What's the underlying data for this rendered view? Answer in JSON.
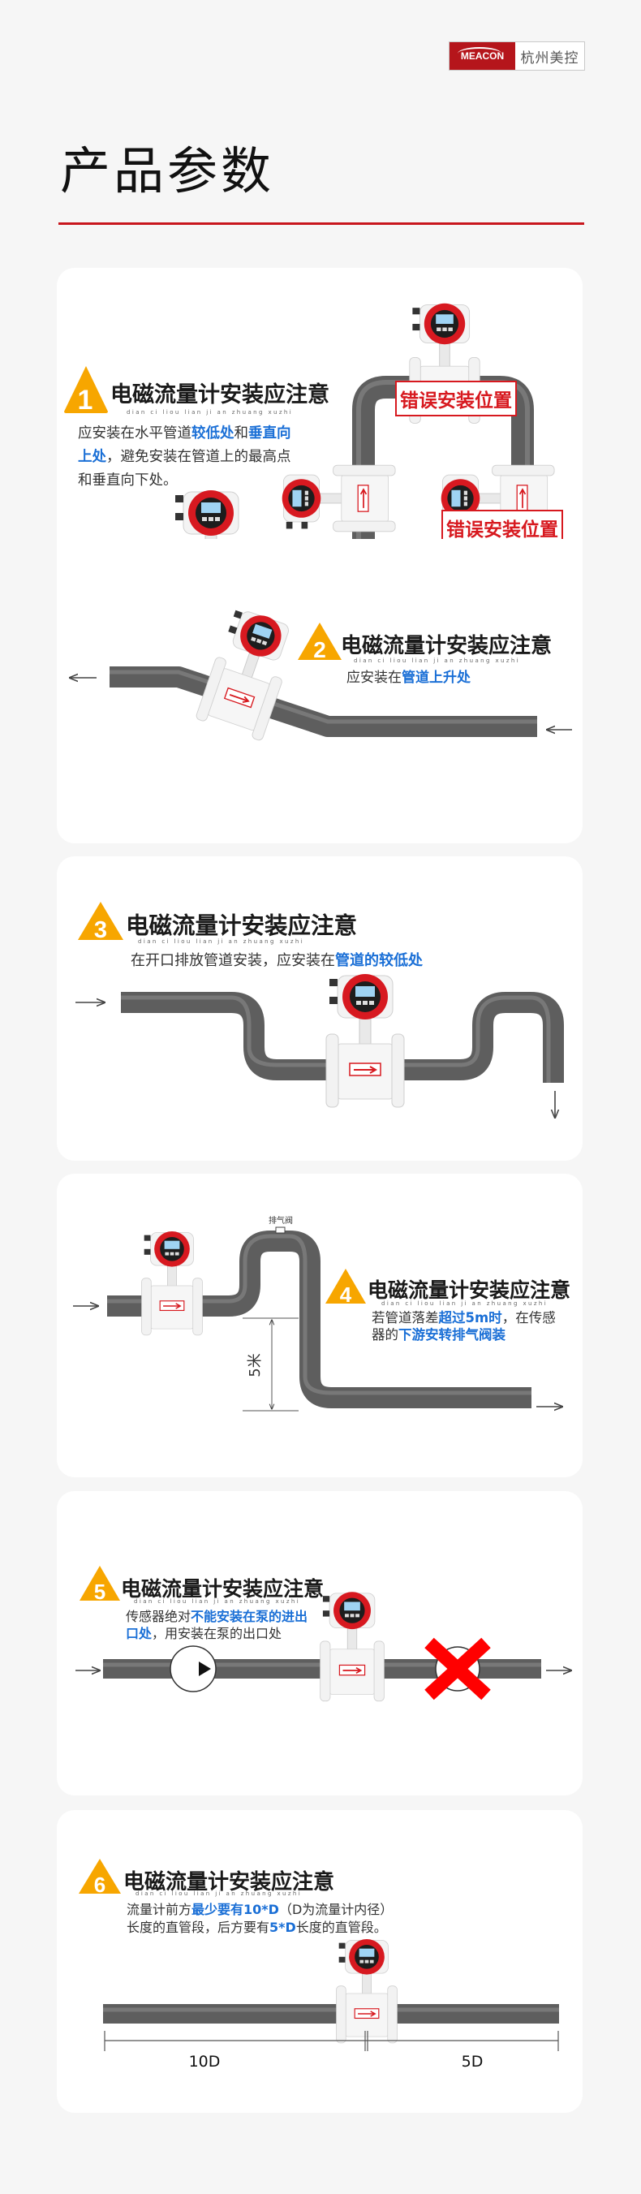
{
  "brand": {
    "logo_text": "MEACON",
    "company": "杭州美控"
  },
  "page_title": "产品参数",
  "colors": {
    "accent": "#c8161d",
    "badge": "#f7a600",
    "highlight": "#1a6fd6",
    "pipe": "#6a6a6a",
    "meter_red": "#d71920"
  },
  "sections": [
    {
      "number": "1",
      "title": "电磁流量计安装应注意",
      "pinyin": "dian ci liou lian ji an zhuang xuzhi",
      "lines": [
        [
          {
            "text": "应安装在水平管道"
          },
          {
            "text": "较低处",
            "hl": true
          },
          {
            "text": "和"
          },
          {
            "text": "垂直向",
            "hl": true
          }
        ],
        [
          {
            "text": "上处",
            "hl": true
          },
          {
            "text": "，避免安装在管道上的最高点"
          }
        ],
        [
          {
            "text": "和垂直向下处。"
          }
        ]
      ],
      "wrong_label_1": "错误安装位置",
      "wrong_label_2": "错误安装位置"
    },
    {
      "number": "2",
      "title": "电磁流量计安装应注意",
      "pinyin": "dian ci liou lian ji an zhuang xuzhi",
      "lines": [
        [
          {
            "text": "应安装在"
          },
          {
            "text": "管道上升处",
            "hl": true
          }
        ]
      ]
    },
    {
      "number": "3",
      "title": "电磁流量计安装应注意",
      "pinyin": "dian ci liou lian ji an zhuang xuzhi",
      "lines": [
        [
          {
            "text": "在开口排放管道安装，应安装在"
          },
          {
            "text": "管道的较低处",
            "hl": true
          }
        ]
      ]
    },
    {
      "number": "4",
      "title": "电磁流量计安装应注意",
      "pinyin": "dian ci liou lian ji an zhuang xuzhi",
      "lines": [
        [
          {
            "text": "若管道落差"
          },
          {
            "text": "超过5m时",
            "hl": true
          },
          {
            "text": "，在传感"
          }
        ],
        [
          {
            "text": "器的"
          },
          {
            "text": "下游安转排气阀装",
            "hl": true
          }
        ]
      ],
      "valve_label": "排气阀",
      "height_label": "5米"
    },
    {
      "number": "5",
      "title": "电磁流量计安装应注意",
      "pinyin": "dian ci liou lian ji an zhuang xuzhi",
      "lines": [
        [
          {
            "text": "传感器绝对"
          },
          {
            "text": "不能安装在泵的进出",
            "hl": true
          }
        ],
        [
          {
            "text": "口处",
            "hl": true
          },
          {
            "text": "，用安装在泵的出口处"
          }
        ]
      ]
    },
    {
      "number": "6",
      "title": "电磁流量计安装应注意",
      "pinyin": "dian ci liou lian ji an zhuang xuzhi",
      "lines": [
        [
          {
            "text": "流量计前方"
          },
          {
            "text": "最少要有10*D",
            "hl": true
          },
          {
            "text": "（D为流量计内径）"
          }
        ],
        [
          {
            "text": "长度的直管段，后方要有"
          },
          {
            "text": "5*D",
            "hl": true
          },
          {
            "text": "长度的直管段。"
          }
        ]
      ],
      "upstream_label": "10D",
      "downstream_label": "5D"
    }
  ]
}
